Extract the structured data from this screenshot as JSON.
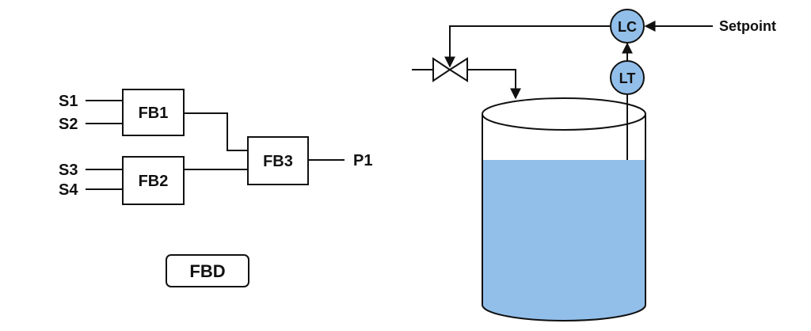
{
  "fbd": {
    "inputs": [
      "S1",
      "S2",
      "S3",
      "S4"
    ],
    "blocks": [
      "FB1",
      "FB2",
      "FB3"
    ],
    "output": "P1",
    "caption": "FBD"
  },
  "process": {
    "controller": "LC",
    "transmitter": "LT",
    "setpoint": "Setpoint"
  },
  "colors": {
    "instrument_fill": "#92bfea",
    "liquid_fill": "#92bfea",
    "line": "#111111"
  }
}
